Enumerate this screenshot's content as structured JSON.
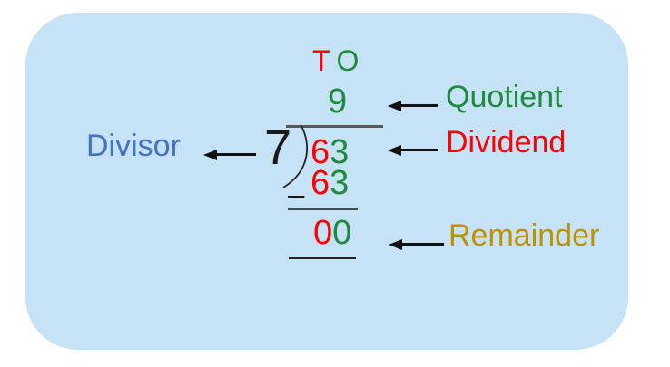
{
  "title": "long-division-place-value-diagram",
  "place_header": {
    "tens": "T",
    "ones": "O"
  },
  "division": {
    "divisor": "7",
    "quotient": "9",
    "dividend_tens": "6",
    "dividend_ones": "3",
    "minus_sign": "−",
    "subtrahend_tens": "6",
    "subtrahend_ones": "3",
    "remainder_tens": "0",
    "remainder_ones": "0"
  },
  "labels": {
    "divisor": "Divisor",
    "quotient": "Quotient",
    "dividend": "Dividend",
    "remainder": "Remainder"
  },
  "colors": {
    "panel_bg": "#C5E2F6",
    "tens_red": "#FF0000",
    "ones_green": "#1E8A3E",
    "divisor_label_blue": "#4472C4",
    "remainder_label_gold": "#BF9000",
    "division_bar_gray": "#595959",
    "arrow_black": "#111111"
  }
}
